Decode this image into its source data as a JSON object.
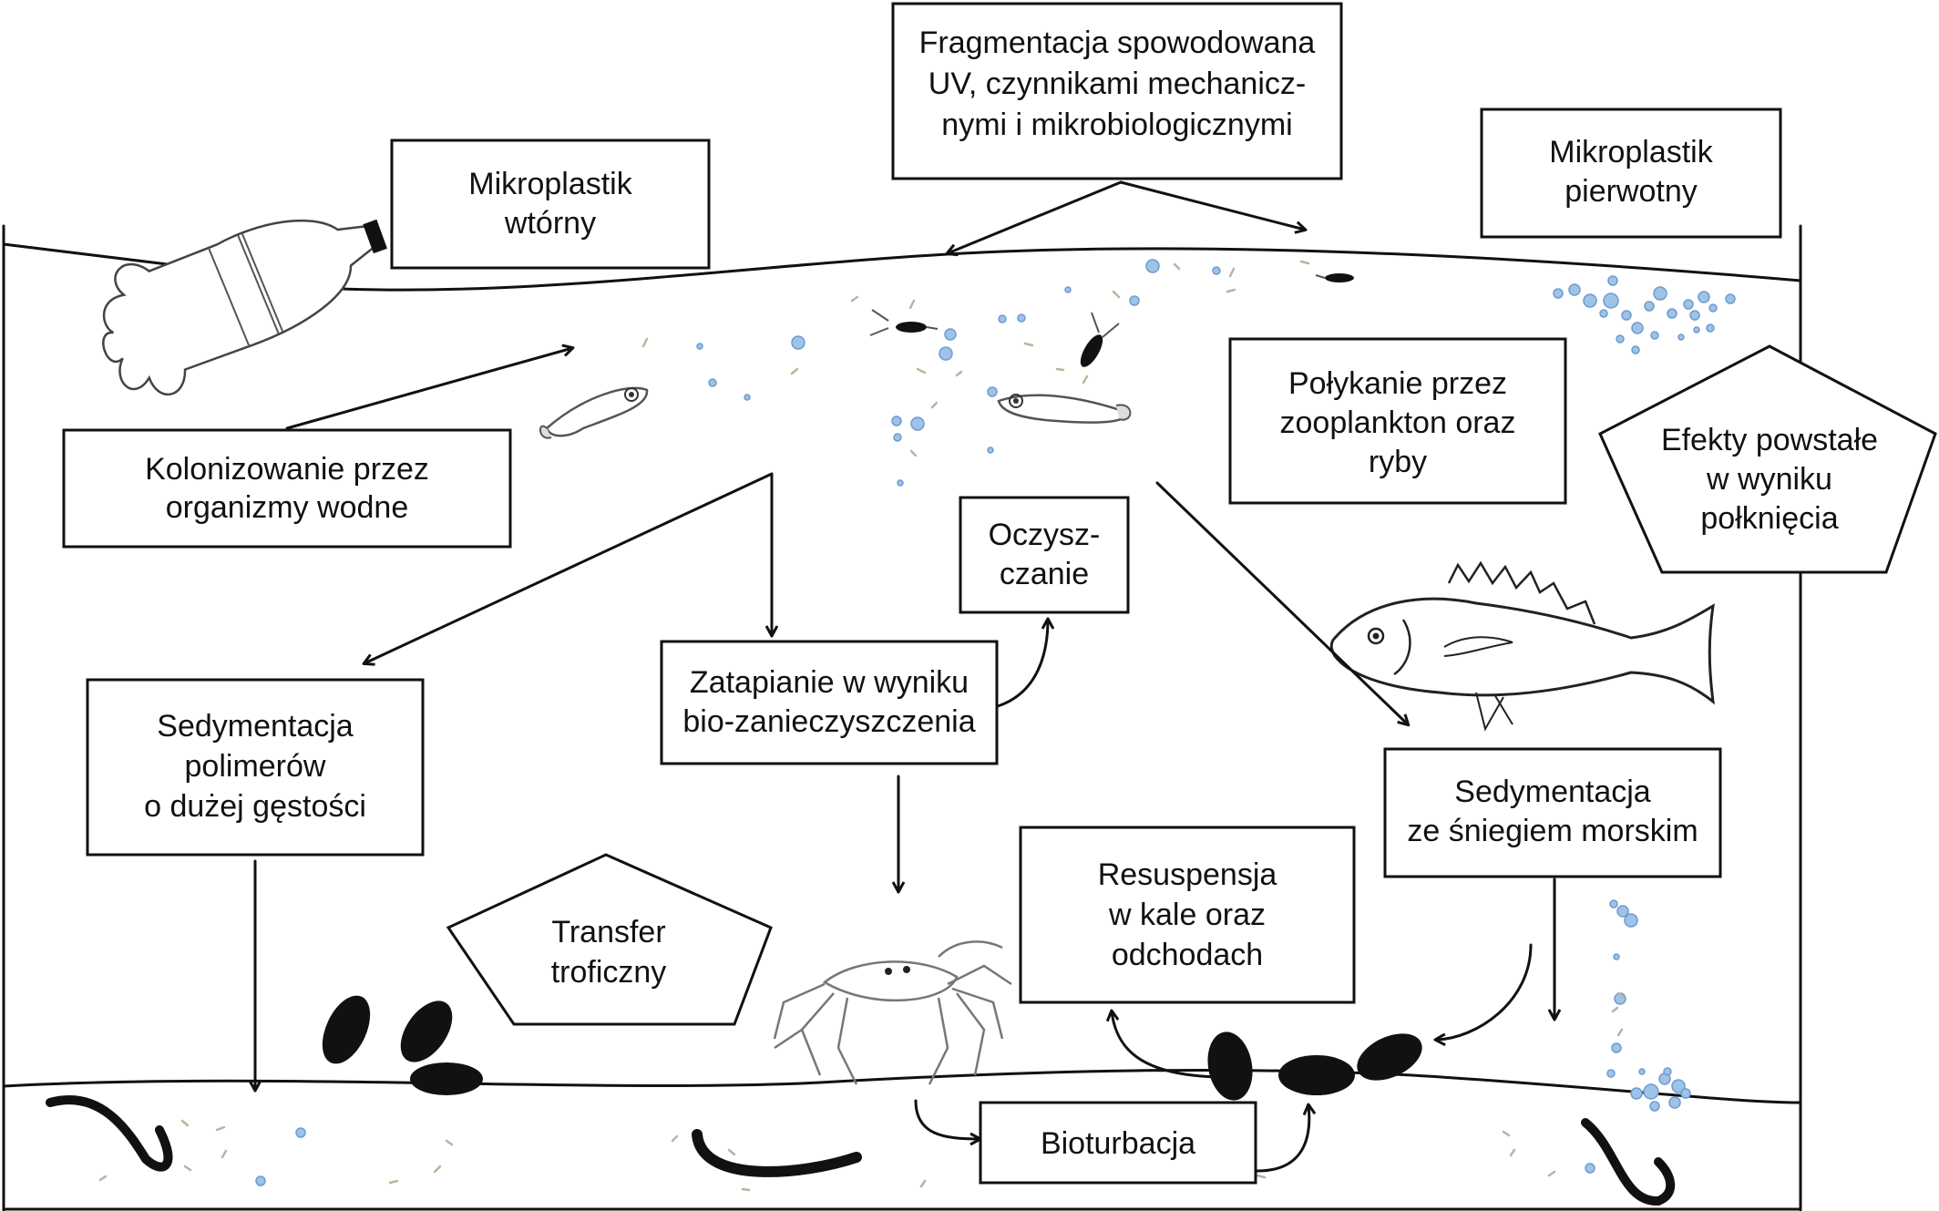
{
  "labels": {
    "fragmentation": [
      "Fragmentacja spowodowana",
      "UV, czynnikami mechanicz-",
      "nymi i mikrobiologicznymi"
    ],
    "secondary": [
      "Mikroplastik",
      "wtórny"
    ],
    "primary": [
      "Mikroplastik",
      "pierwotny"
    ],
    "colonization": [
      "Kolonizowanie przez",
      "organizmy wodne"
    ],
    "ingestion": [
      "Połykanie przez",
      "zooplankton oraz",
      "ryby"
    ],
    "ingestion_effects": [
      "Efekty powstałe",
      "w wyniku",
      "połknięcia"
    ],
    "cleaning": [
      "Oczysz-",
      "czanie"
    ],
    "sinking": [
      "Zatapianie w wyniku",
      "bio-zanieczyszczenia"
    ],
    "sedimentation_dense": [
      "Sedymentacja",
      "polimerów",
      "o dużej gęstości"
    ],
    "marine_snow": [
      "Sedymentacja",
      "ze śniegiem morskim"
    ],
    "resuspension": [
      "Resuspensja",
      "w kale oraz",
      "odchodach"
    ],
    "trophic": [
      "Transfer",
      "troficzny"
    ],
    "bioturbation": [
      "Bioturbacja"
    ]
  },
  "colors": {
    "ink": "#111111",
    "microplastic_bubbles": "#9fc3e6",
    "microplastic_fragments": "#b9b49a",
    "box_fill": "#ffffff"
  },
  "icons": [
    "plastic-bottle-icon",
    "fish-larva-icon",
    "zooplankton-icon",
    "perch-fish-icon",
    "crab-icon",
    "worm-icon",
    "mussel-icon"
  ]
}
